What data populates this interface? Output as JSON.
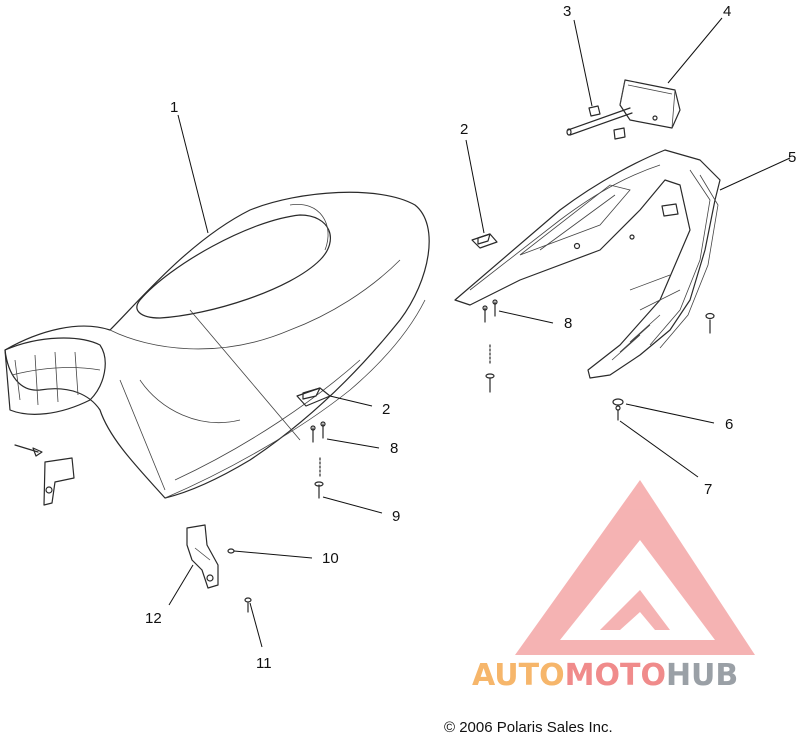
{
  "callouts": [
    {
      "id": "c1",
      "label": "1"
    },
    {
      "id": "c2a",
      "label": "2"
    },
    {
      "id": "c2b",
      "label": "2"
    },
    {
      "id": "c3",
      "label": "3"
    },
    {
      "id": "c4",
      "label": "4"
    },
    {
      "id": "c5",
      "label": "5"
    },
    {
      "id": "c6",
      "label": "6"
    },
    {
      "id": "c7",
      "label": "7"
    },
    {
      "id": "c8a",
      "label": "8"
    },
    {
      "id": "c8b",
      "label": "8"
    },
    {
      "id": "c9",
      "label": "9"
    },
    {
      "id": "c10",
      "label": "10"
    },
    {
      "id": "c11",
      "label": "11"
    },
    {
      "id": "c12",
      "label": "12"
    }
  ],
  "copyright": "© 2006 Polaris Sales Inc.",
  "watermark": {
    "part1": "AUTO",
    "part2": "MOTO",
    "part3": "HUB",
    "color_orange": "#f6b66b",
    "color_red": "#f08b8b",
    "color_gray": "#9aa0a6"
  }
}
